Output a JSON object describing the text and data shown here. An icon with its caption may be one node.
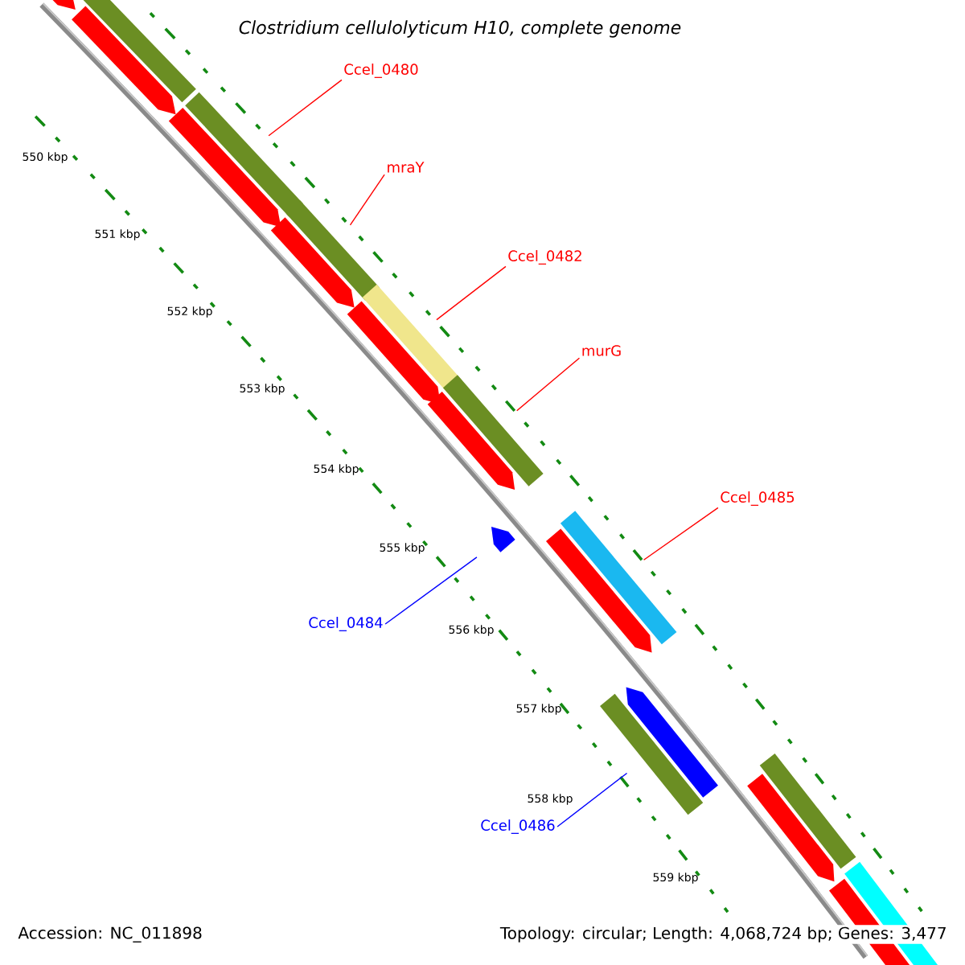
{
  "diagram": {
    "title": "Clostridium cellulolyticum H10, complete genome",
    "nodes": [
      {
        "text": [],
        "shape": "arrow"
      },
      {
        "text": [],
        "shape": "bar"
      },
      {
        "text": [
          "Ccel_0480"
        ]
      },
      {
        "text": [],
        "shape": "arrow"
      },
      {
        "text": [],
        "shape": "bar"
      },
      {
        "text": [],
        "shape": "arrow"
      },
      {
        "text": [
          "mraY"
        ]
      },
      {
        "text": [],
        "shape": "bar"
      },
      {
        "text": [],
        "shape": "arrow"
      },
      {
        "text": [
          "Ccel_0482"
        ]
      },
      {
        "text": [],
        "shape": "bar"
      },
      {
        "text": [],
        "shape": "arrow"
      },
      {
        "text": [
          "murG"
        ]
      },
      {
        "text": [],
        "shape": "bar"
      },
      {
        "text": [],
        "shape": "arrow"
      },
      {
        "text": [
          "Ccel_0485"
        ]
      },
      {
        "text": [],
        "shape": "arrow"
      },
      {
        "text": [],
        "shape": "bar"
      },
      {
        "text": [
          "Ccel_0484"
        ]
      },
      {
        "text": [],
        "shape": "arrow"
      },
      {
        "text": [],
        "shape": "bar"
      },
      {
        "text": [],
        "shape": "arrow"
      },
      {
        "text": [
          "Ccel_0486"
        ]
      },
      {
        "text": [],
        "shape": "bar"
      },
      {
        "text": [],
        "shape": "arrow"
      },
      {
        "text": [],
        "shape": "bar"
      },
      {
        "text": [],
        "shape": "arrow"
      }
    ],
    "edges": [
      {
        "from": 2,
        "to": 4,
        "arrow": "none"
      },
      {
        "from": 6,
        "to": 7,
        "arrow": "none"
      },
      {
        "from": 9,
        "to": 10,
        "arrow": "none"
      },
      {
        "from": 12,
        "to": 13,
        "arrow": "none"
      },
      {
        "from": 15,
        "to": 17,
        "arrow": "none"
      },
      {
        "from": 18,
        "to": 16,
        "arrow": "none",
        "color": "#0000ff"
      },
      {
        "from": 22,
        "to": 20,
        "arrow": "none",
        "color": "#0000ff"
      }
    ],
    "labels": [
      "550 kbp",
      "551 kbp",
      "552 kbp",
      "553 kbp",
      "554 kbp",
      "555 kbp",
      "556 kbp",
      "557 kbp",
      "558 kbp",
      "559 kbp",
      "Accession: NC_011898",
      "Topology: circular; Length: 4,068,724 bp; Genes: 3,477"
    ]
  }
}
